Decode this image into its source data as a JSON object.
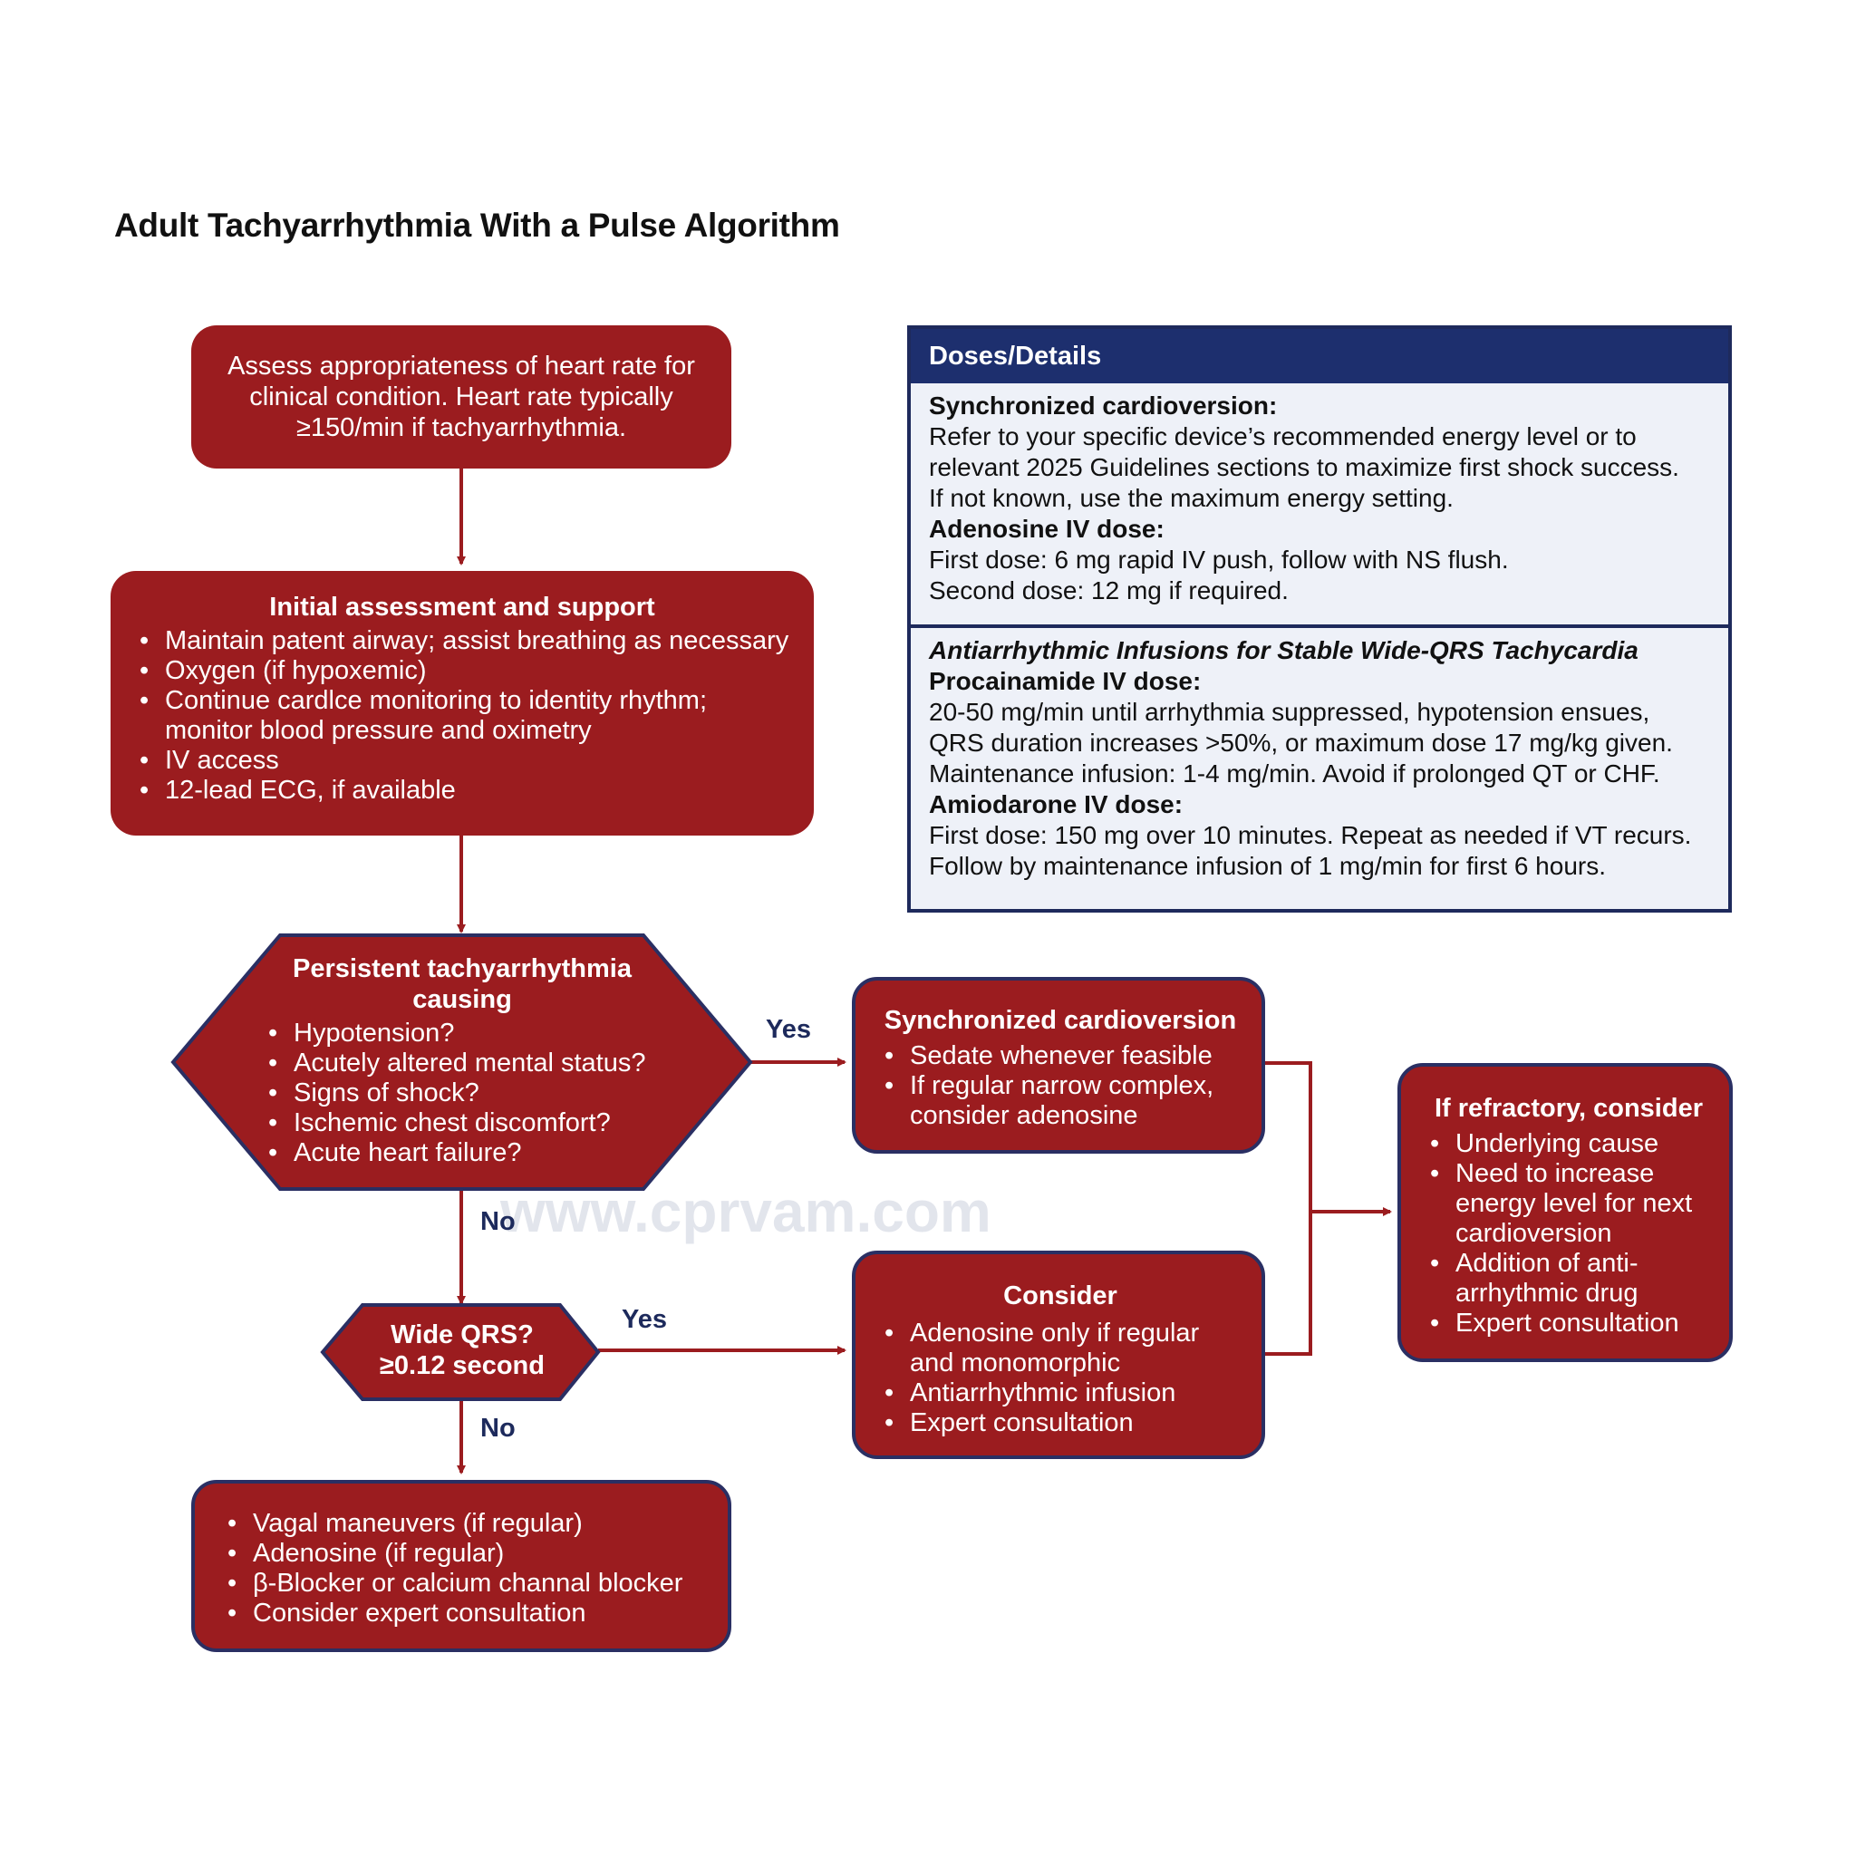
{
  "title": "Adult Tachyarrhythmia With a Pulse Algorithm",
  "colors": {
    "box_red": "#9b1c1f",
    "navy": "#1d2f6e",
    "arrow": "#9b1c1f",
    "panel_bg": "#eef1f8"
  },
  "assess_box": {
    "text": "Assess appropriateness of heart rate for clinical condition. Heart rate typically ≥150/min if tachyarrhythmia."
  },
  "initial": {
    "heading": "Initial assessment and support",
    "items": [
      "Maintain patent airway; assist breathing as necessary",
      "Oxygen (if hypoxemic)",
      "Continue cardlce monitoring to identity rhythm; monitor blood pressure and oximetry",
      "IV access",
      "12-lead ECG, if available"
    ]
  },
  "decision1": {
    "heading": "Persistent tachyarrhythmia causing",
    "items": [
      "Hypotension?",
      "Acutely altered mental status?",
      "Signs of shock?",
      "Ischemic chest discomfort?",
      "Acute heart failure?"
    ],
    "yes": "Yes",
    "no": "No"
  },
  "decision2": {
    "line1": "Wide QRS?",
    "line2": "≥0.12 second",
    "yes": "Yes",
    "no": "No"
  },
  "sync": {
    "heading": "Synchronized cardioversion",
    "items": [
      "Sedate whenever feasible",
      "If regular narrow complex, consider adenosine"
    ]
  },
  "consider": {
    "heading": "Consider",
    "items": [
      "Adenosine only if regular and monomorphic",
      "Antiarrhythmic infusion",
      "Expert consultation"
    ]
  },
  "refractory": {
    "heading": "If refractory, consider",
    "items": [
      "Underlying cause",
      "Need to increase energy level for next cardioversion",
      "Addition of anti-arrhythmic drug",
      "Expert consultation"
    ]
  },
  "final": {
    "items": [
      "Vagal maneuvers (if regular)",
      "Adenosine (if regular)",
      "β-Blocker or calcium channal blocker",
      "Consider expert consultation"
    ]
  },
  "doses": {
    "header": "Doses/Details",
    "sync_title": "Synchronized cardioversion:",
    "sync_l1": "Refer to your specific device’s recommended energy level or to",
    "sync_l2": "relevant 2025 Guidelines sections to maximize first shock success.",
    "sync_l3": "If not known, use the maximum energy setting.",
    "aden_title": "Adenosine IV dose:",
    "aden_l1": "First dose: 6 mg rapid IV push, follow with NS flush.",
    "aden_l2": "Second dose: 12 mg if required.",
    "anti_title": "Antiarrhythmic Infusions for Stable Wide-QRS Tachycardia",
    "proc_title": "Procainamide IV dose:",
    "proc_l1": "20-50 mg/min until arrhythmia suppressed, hypotension ensues,",
    "proc_l2": "QRS duration increases >50%, or maximum dose 17 mg/kg given.",
    "proc_l3": "Maintenance infusion: 1-4 mg/min. Avoid if prolonged QT or CHF.",
    "amio_title": "Amiodarone IV dose:",
    "amio_l1": "First dose: 150 mg over 10 minutes. Repeat as needed if VT recurs.",
    "amio_l2": "Follow by maintenance infusion of 1 mg/min for first 6 hours."
  },
  "watermark": "www.cprvam.com"
}
